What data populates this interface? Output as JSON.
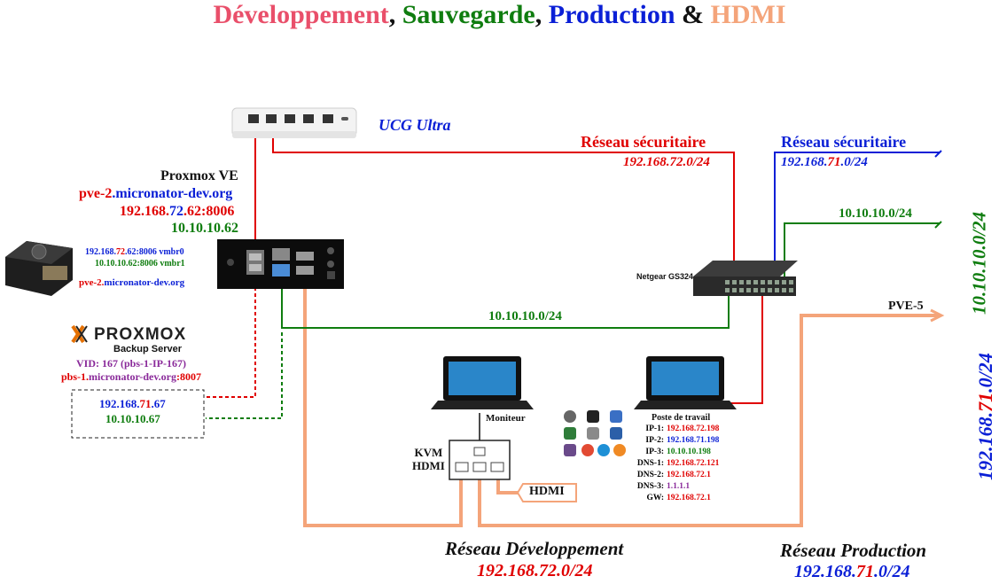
{
  "title": {
    "part1": "Développement",
    "sep1": ", ",
    "part2": "Sauvegarde",
    "sep2": ", ",
    "part3": "Production",
    "sep3": " & ",
    "part4": "HDMI",
    "colors": {
      "part1": "#e94f6a",
      "part2": "#0f7d0f",
      "part3": "#0a1fd6",
      "part4": "#f4a47a"
    }
  },
  "ucg": {
    "label": "UCG Ultra"
  },
  "proxmox_ve": {
    "heading": "Proxmox VE",
    "host_prefix": "pve-2",
    "host_suffix": ".micronator-dev.org",
    "ip_a": "192.168.",
    "ip_b": "72",
    "ip_c": ".",
    "ip_d": "62",
    "ip_e": ":8006",
    "ip_green": "10.10.10.62",
    "vmbr0_a": "192.168.",
    "vmbr0_b": "72",
    "vmbr0_c": ".62:8006  vmbr0",
    "vmbr1": "10.10.10.62:8006  vmbr1",
    "panel_host_prefix": "pve-2.",
    "panel_host_suffix": "micronator-dev.org"
  },
  "pbs": {
    "logo": "PROXMOX",
    "subtitle": "Backup Server",
    "vid": "VID: 167 (pbs-1-IP-167)",
    "host_prefix": "pbs-1.",
    "host_mid": "micronator-dev.org",
    "host_port": ":8007",
    "ip_a": "192.168.",
    "ip_b": "71",
    "ip_c": ".67",
    "ip_green": "10.10.10.67"
  },
  "net_red": {
    "label": "Réseau sécuritaire",
    "cidr": "192.168.72.0/24"
  },
  "net_blue": {
    "label": "Réseau sécuritaire",
    "cidr_a": "192.168.",
    "cidr_b": "71",
    "cidr_c": ".0/24"
  },
  "net_green_right": {
    "cidr": "10.10.10.0/24"
  },
  "net_green_mid": {
    "cidr": "10.10.10.0/24"
  },
  "switch": {
    "label": "Netgear GS324"
  },
  "pve5": {
    "label": "PVE-5"
  },
  "vertical": {
    "green": "10.10.10.0/24",
    "blue_a": "192.168.",
    "blue_b": "71",
    "blue_c": ".0/24"
  },
  "monitor": {
    "label": "Moniteur"
  },
  "kvm": {
    "line1": "KVM",
    "line2": "HDMI"
  },
  "hdmi_tag": {
    "label": "HDMI"
  },
  "workstation": {
    "title": "Poste de travail",
    "rows": [
      {
        "key": "IP-1:",
        "value": "192.168.72.198",
        "color": "#e00000"
      },
      {
        "key": "IP-2:",
        "value": "192.168.71.198",
        "color": "#0a1fd6"
      },
      {
        "key": "IP-3:",
        "value": "10.10.10.198",
        "color": "#0f7d0f"
      },
      {
        "key": "DNS-1:",
        "value": "192.168.72.121",
        "color": "#e00000"
      },
      {
        "key": "DNS-2:",
        "value": "192.168.72.1",
        "color": "#e00000"
      },
      {
        "key": "DNS-3:",
        "value": "1.1.1.1",
        "color": "#8a2a9a"
      },
      {
        "key": "GW:",
        "value": "192.168.72.1",
        "color": "#e00000"
      }
    ]
  },
  "dev_net": {
    "label": "Réseau Développement",
    "cidr": "192.168.72.0/24"
  },
  "prod_net": {
    "label": "Réseau Production",
    "cidr_a": "192.168.",
    "cidr_b": "71",
    "cidr_c": ".0/24"
  },
  "colors": {
    "red": "#e00000",
    "blue": "#0a1fd6",
    "green": "#0f7d0f",
    "orange": "#f4a47a",
    "purple": "#8a2a9a"
  }
}
